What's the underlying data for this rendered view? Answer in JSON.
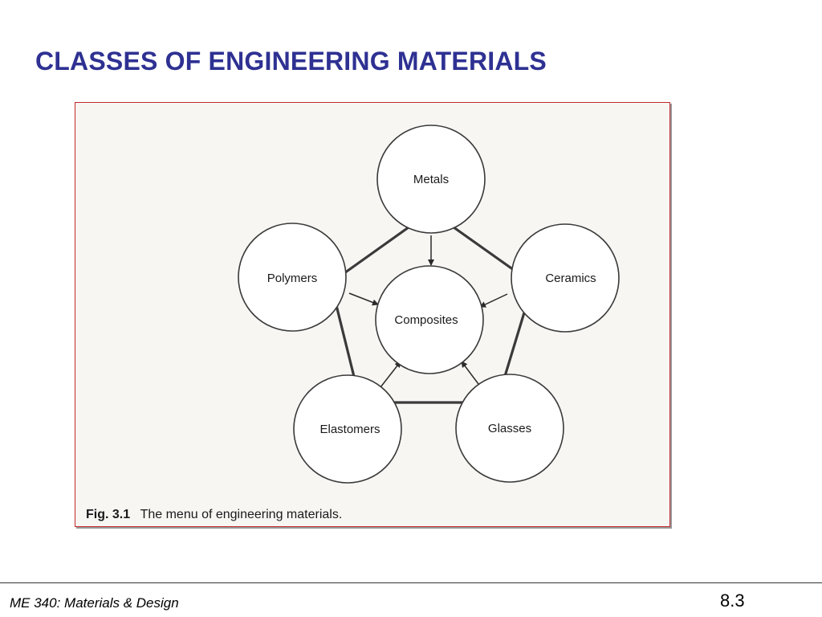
{
  "slide": {
    "title": "CLASSES OF ENGINEERING MATERIALS",
    "footer": {
      "course": "ME 340: Materials & Design",
      "page": "8.3"
    }
  },
  "figure": {
    "caption_number": "Fig. 3.1",
    "caption_text": "The menu of engineering materials.",
    "nodes": {
      "metals": "Metals",
      "ceramics": "Ceramics",
      "glasses": "Glasses",
      "elastomers": "Elastomers",
      "polymers": "Polymers",
      "composites": "Composites"
    },
    "connections": [
      {
        "from": "Metals",
        "to": "Composites"
      },
      {
        "from": "Ceramics",
        "to": "Composites"
      },
      {
        "from": "Glasses",
        "to": "Composites"
      },
      {
        "from": "Elastomers",
        "to": "Composites"
      },
      {
        "from": "Polymers",
        "to": "Composites"
      }
    ]
  }
}
